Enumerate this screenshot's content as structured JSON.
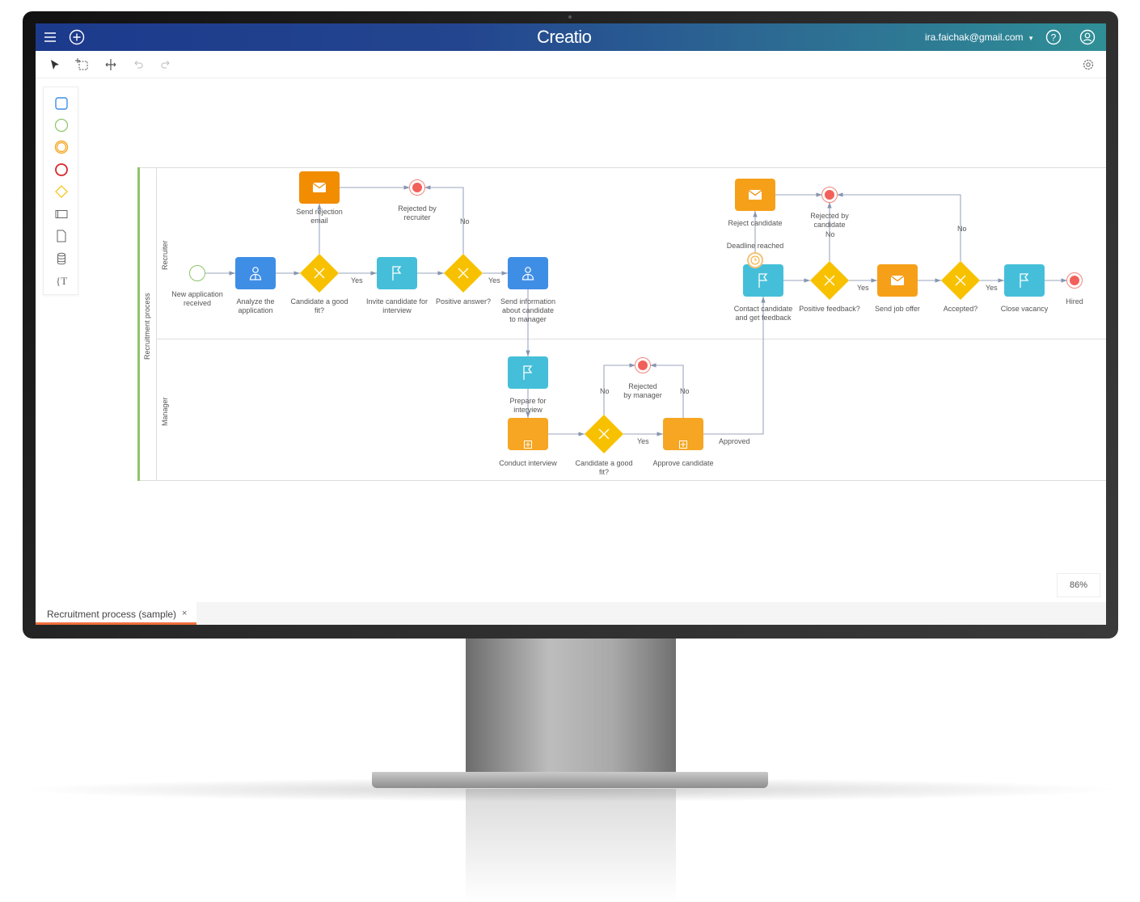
{
  "header": {
    "logo": "Creatio",
    "user_email": "ira.faichak@gmail.com",
    "dropdown_caret": "▾"
  },
  "toolbar": {
    "tools": [
      "select",
      "lasso-select",
      "move-canvas",
      "undo",
      "redo"
    ],
    "settings": "gear-icon"
  },
  "palette": {
    "items": [
      "task",
      "start-event",
      "intermediate-event",
      "end-event",
      "gateway",
      "lane",
      "document",
      "data-store",
      "text-annotation"
    ],
    "colors": {
      "task": "#3f8ee6",
      "start": "#8cc567",
      "intermediate": "#f6a623",
      "end": "#d9262c",
      "gateway": "#f7c100"
    }
  },
  "diagram": {
    "pool_name": "Recruitment process",
    "lanes": [
      "Recruiter",
      "Manager"
    ],
    "nodes": [
      {
        "id": "start",
        "type": "start",
        "label": "New application\nreceived"
      },
      {
        "id": "analyze",
        "type": "user-task",
        "label": "Analyze the\napplication"
      },
      {
        "id": "gw1",
        "type": "gateway",
        "label": "Candidate a good\nfit?"
      },
      {
        "id": "reject_email",
        "type": "email-task-dark",
        "label": "Send rejection\nemail"
      },
      {
        "id": "end_recruiter",
        "type": "end",
        "label": "Rejected by\nrecruiter"
      },
      {
        "id": "invite",
        "type": "flag-task",
        "label": "Invite candidate for\ninterview"
      },
      {
        "id": "gw2",
        "type": "gateway",
        "label": "Positive answer?"
      },
      {
        "id": "send_info",
        "type": "user-task",
        "label": "Send information\nabout candidate\nto manager"
      },
      {
        "id": "prepare",
        "type": "flag-task",
        "label": "Prepare for\ninterview"
      },
      {
        "id": "conduct",
        "type": "subprocess",
        "label": "Conduct interview"
      },
      {
        "id": "gw3",
        "type": "gateway",
        "label": "Candidate a good\nfit?"
      },
      {
        "id": "end_manager",
        "type": "end",
        "label": "Rejected\nby manager"
      },
      {
        "id": "approve",
        "type": "subprocess",
        "label": "Approve candidate"
      },
      {
        "id": "contact",
        "type": "flag-task",
        "label": "Contact candidate\nand get feedback"
      },
      {
        "id": "timer",
        "type": "timer",
        "label": "Deadline reached"
      },
      {
        "id": "reject_cand",
        "type": "email-task",
        "label": "Reject candidate"
      },
      {
        "id": "end_candidate",
        "type": "end",
        "label": "Rejected by\ncandidate"
      },
      {
        "id": "gw4",
        "type": "gateway",
        "label": "Positive feedback?"
      },
      {
        "id": "job_offer",
        "type": "email-task",
        "label": "Send job offer"
      },
      {
        "id": "gw5",
        "type": "gateway",
        "label": "Accepted?"
      },
      {
        "id": "close",
        "type": "flag-task",
        "label": "Close vacancy"
      },
      {
        "id": "hired",
        "type": "end",
        "label": "Hired"
      }
    ],
    "edge_labels": [
      {
        "id": "e_gw1_yes",
        "text": "Yes"
      },
      {
        "id": "e_gw2_no",
        "text": "No"
      },
      {
        "id": "e_gw2_yes",
        "text": "Yes"
      },
      {
        "id": "e_gw3_no",
        "text": "No"
      },
      {
        "id": "e_gw3_yes",
        "text": "Yes"
      },
      {
        "id": "e_approve_no",
        "text": "No"
      },
      {
        "id": "e_approved",
        "text": "Approved"
      },
      {
        "id": "e_gw4_no",
        "text": "No"
      },
      {
        "id": "e_gw4_yes",
        "text": "Yes"
      },
      {
        "id": "e_gw5_no",
        "text": "No"
      },
      {
        "id": "e_gw5_yes",
        "text": "Yes"
      }
    ]
  },
  "zoom_level": "86%",
  "tabs": [
    {
      "label": "Recruitment process (sample)",
      "close": "×",
      "active": true
    }
  ]
}
